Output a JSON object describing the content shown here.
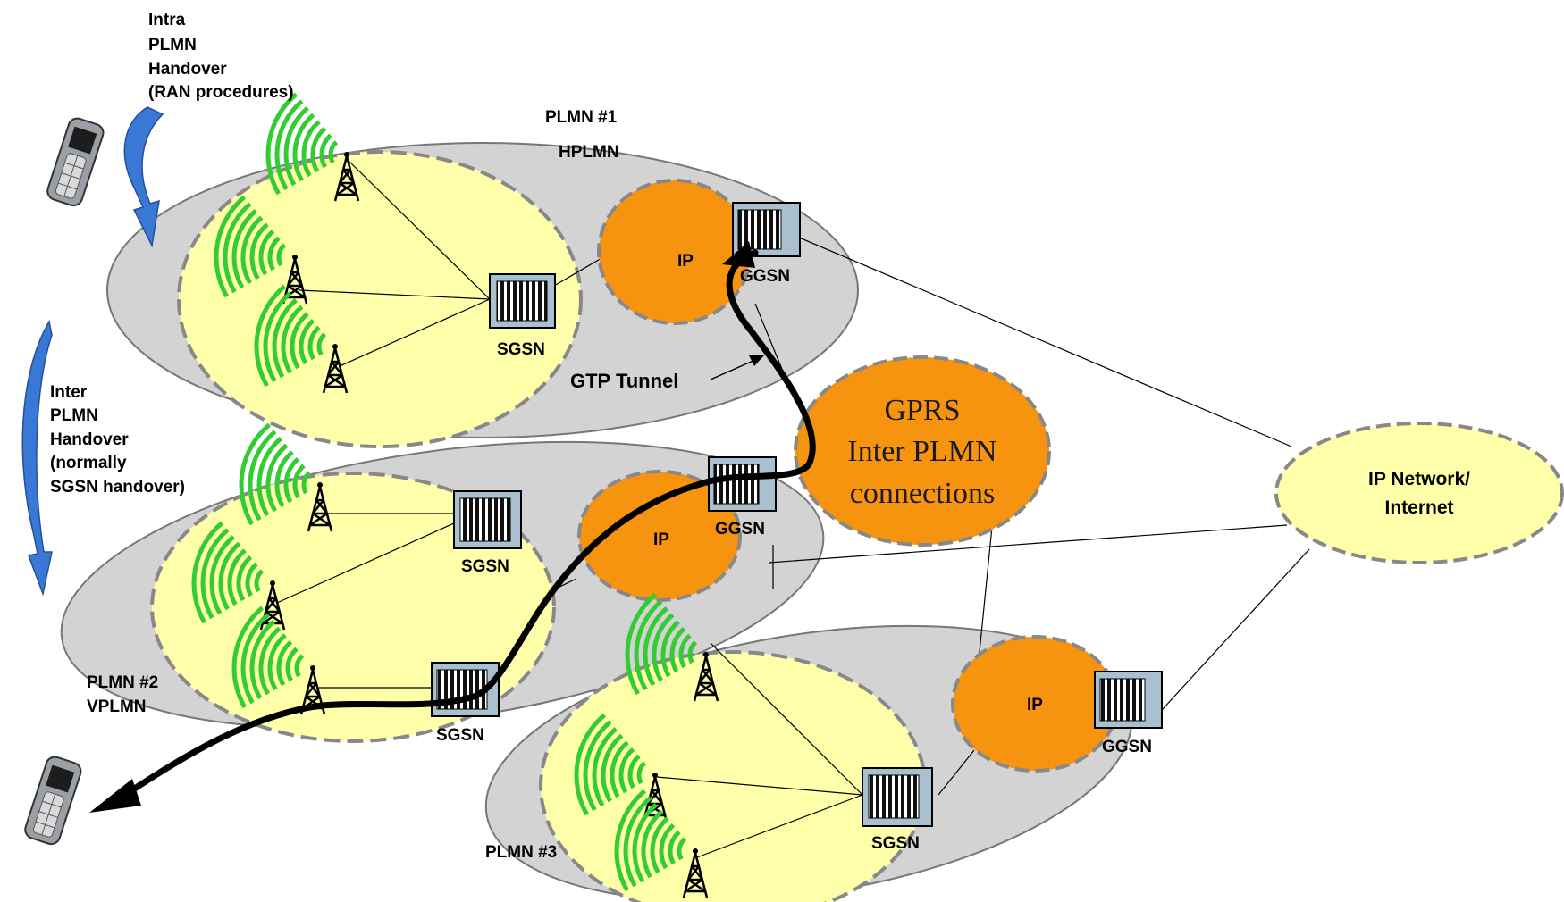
{
  "labels": {
    "intra_handover": [
      "Intra",
      "PLMN",
      "Handover",
      "(RAN procedures)"
    ],
    "inter_handover": [
      "Inter",
      "PLMN",
      "Handover",
      "(normally",
      "SGSN handover)"
    ],
    "plmn1": [
      "PLMN #1",
      "HPLMN"
    ],
    "plmn2": [
      "PLMN #2",
      "VPLMN"
    ],
    "plmn3": "PLMN #3",
    "ip": "IP",
    "sgsn": "SGSN",
    "ggsn": "GGSN",
    "gtp_tunnel": "GTP Tunnel",
    "gprs_inter": [
      "GPRS",
      "Inter PLMN",
      "connections"
    ],
    "internet": [
      "IP Network/",
      "Internet"
    ]
  },
  "colors": {
    "plmn_area": "#d3d3d3",
    "ran_area": "#ffffaa",
    "ip_cloud": "#f7940f",
    "internet_cloud": "#ffffaa",
    "antenna_wave": "#33cc33",
    "node_box": "#a9c0cf",
    "dash": "#888888",
    "handover_arrow": "#3a78d6"
  },
  "icons": [
    "mobile-phone-icon",
    "antenna-tower-icon",
    "sgsn-node-icon",
    "ggsn-node-icon",
    "curved-handover-arrow-icon"
  ]
}
